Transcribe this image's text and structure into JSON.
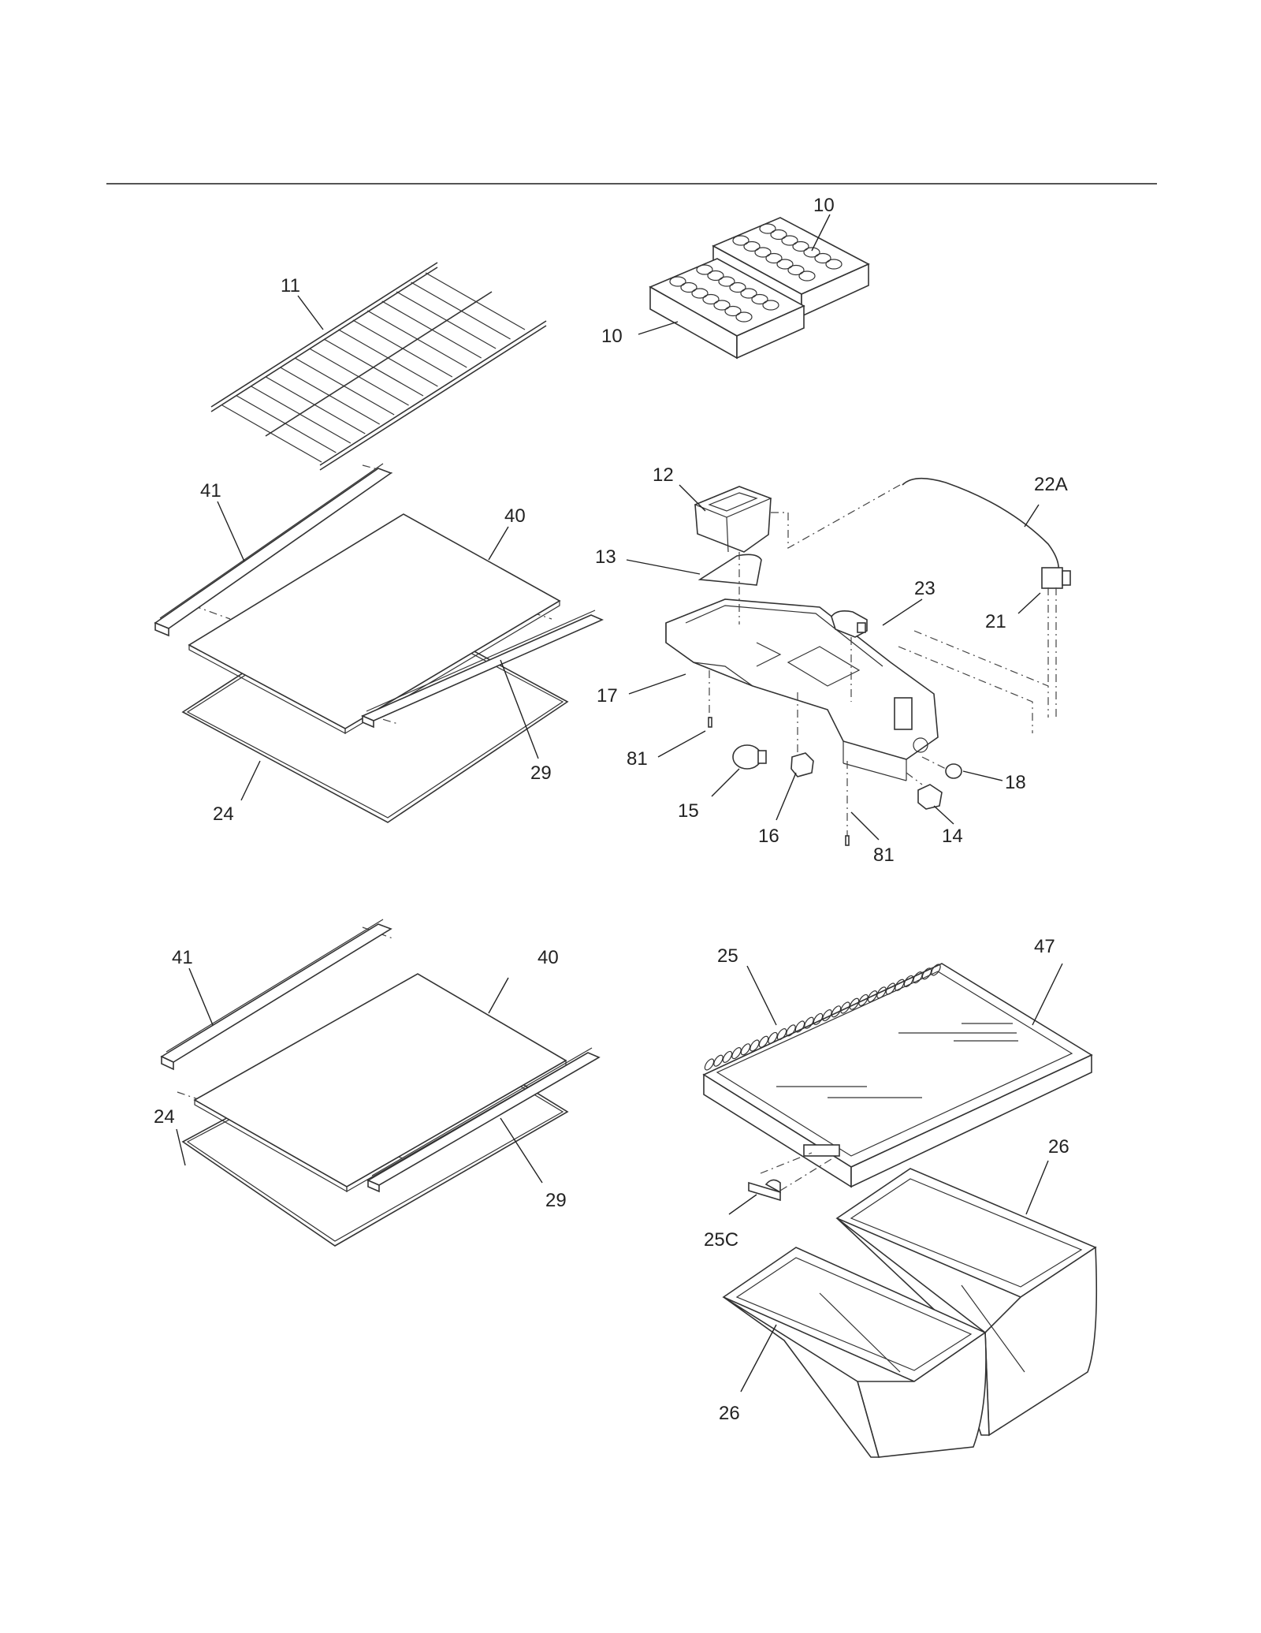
{
  "callouts": {
    "c10a": "10",
    "c10b": "10",
    "c11": "11",
    "c41a": "41",
    "c40a": "40",
    "c29a": "29",
    "c24a": "24",
    "c12": "12",
    "c22a": "22A",
    "c13": "13",
    "c23": "23",
    "c21": "21",
    "c17": "17",
    "c81a": "81",
    "c18": "18",
    "c15": "15",
    "c16": "16",
    "c81b": "81",
    "c14": "14",
    "c41b": "41",
    "c40b": "40",
    "c24b": "24",
    "c29b": "29",
    "c25": "25",
    "c47": "47",
    "c26a": "26",
    "c25c": "25C",
    "c26b": "26"
  }
}
